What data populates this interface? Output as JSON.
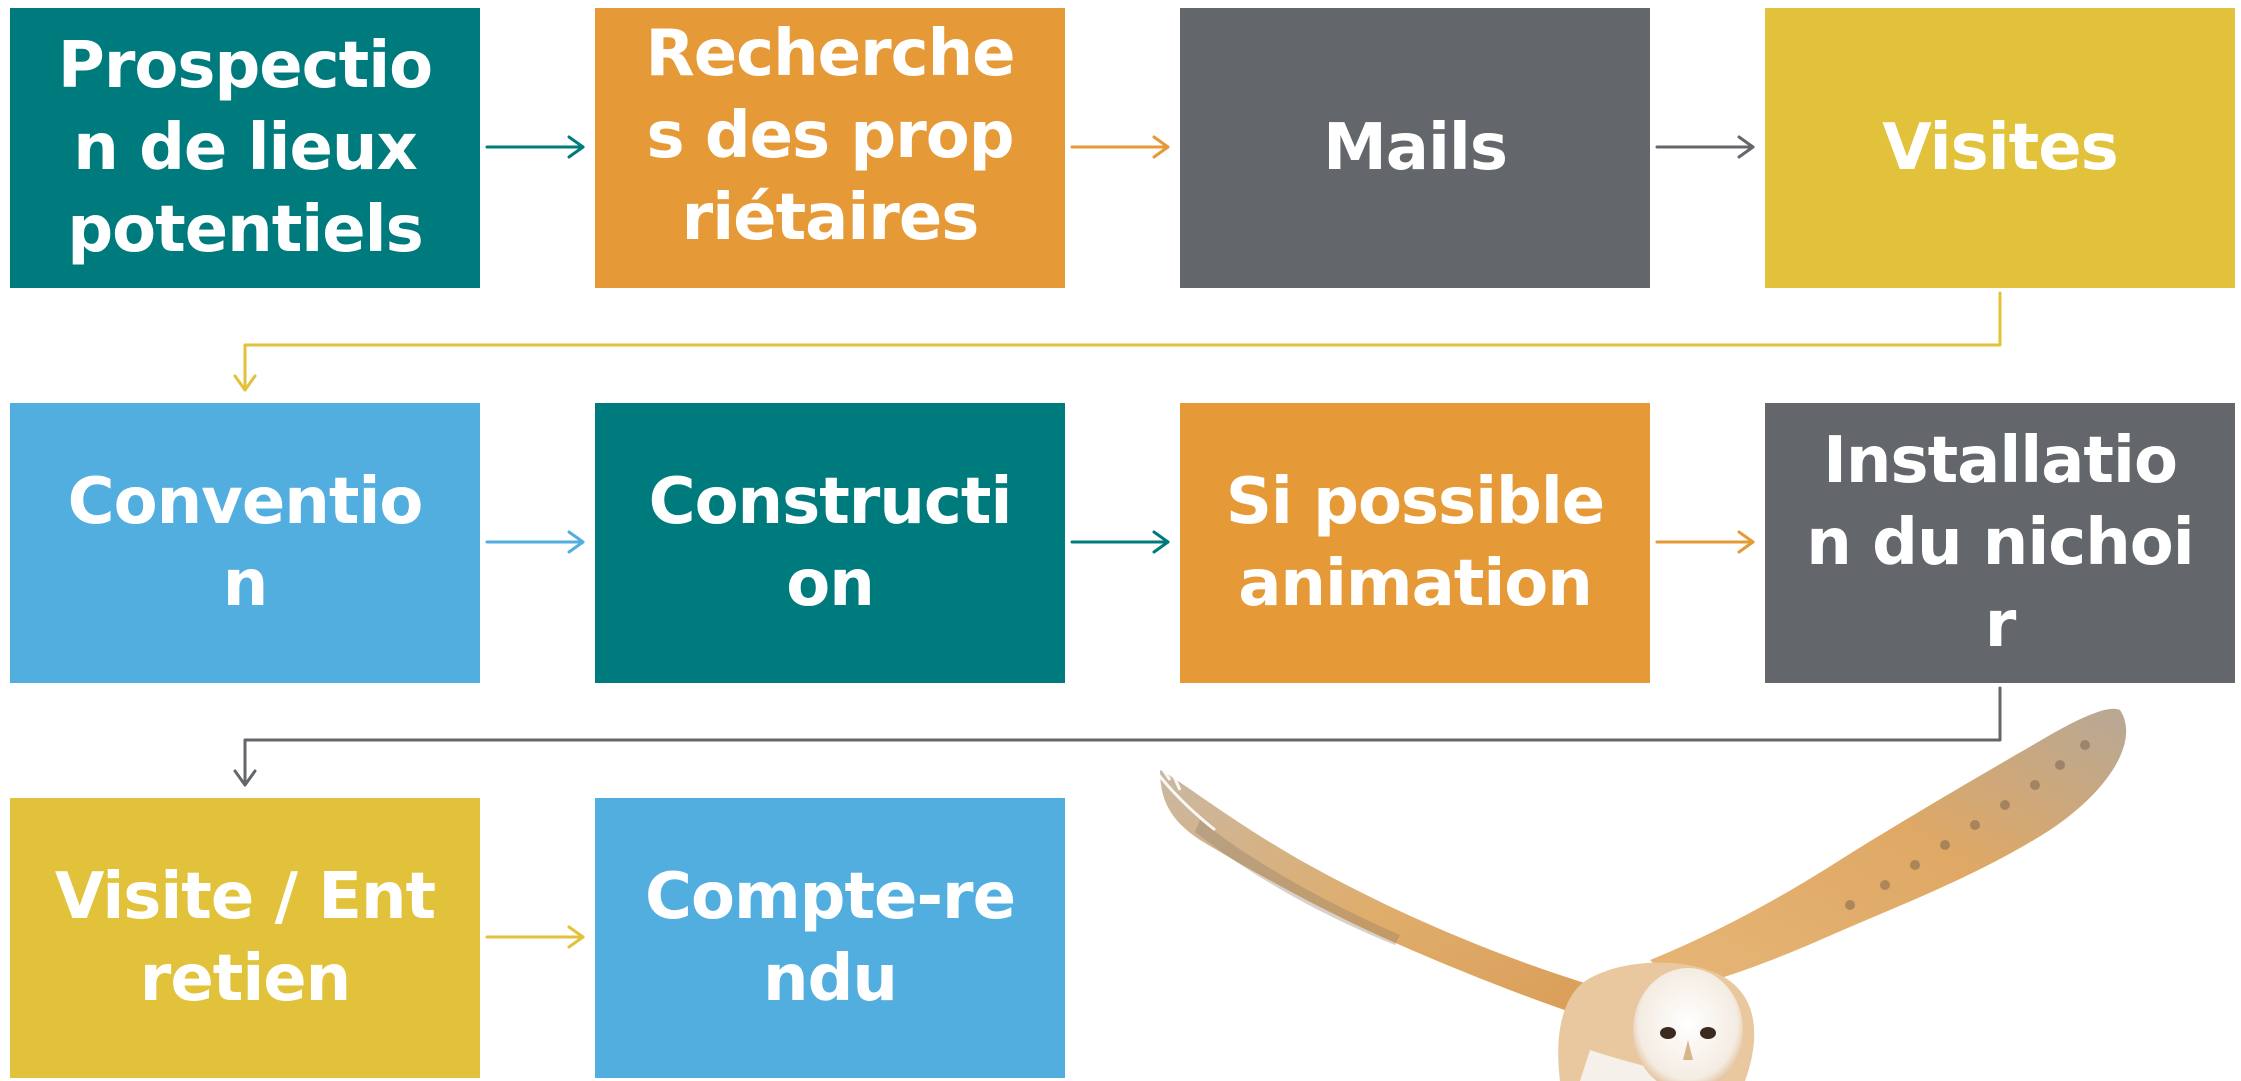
{
  "steps": [
    {
      "label": "Prospection de lieux potentiels",
      "color": "#007b7d"
    },
    {
      "label": "Recherches des propriétaires",
      "color": "#e59a37"
    },
    {
      "label": "Mails",
      "color": "#63676b"
    },
    {
      "label": "Visites",
      "color": "#e1c23a"
    },
    {
      "label": "Convention",
      "color": "#52aedf"
    },
    {
      "label": "Construction",
      "color": "#007b7d"
    },
    {
      "label": "Si possible animation",
      "color": "#e59a37"
    },
    {
      "label": "Installation du nichoir",
      "color": "#63676b"
    },
    {
      "label": "Visite / Entretien",
      "color": "#e1c23a"
    },
    {
      "label": "Compte-rendu",
      "color": "#52aedf"
    }
  ],
  "illustration": {
    "icon": "barn-owl-icon"
  }
}
